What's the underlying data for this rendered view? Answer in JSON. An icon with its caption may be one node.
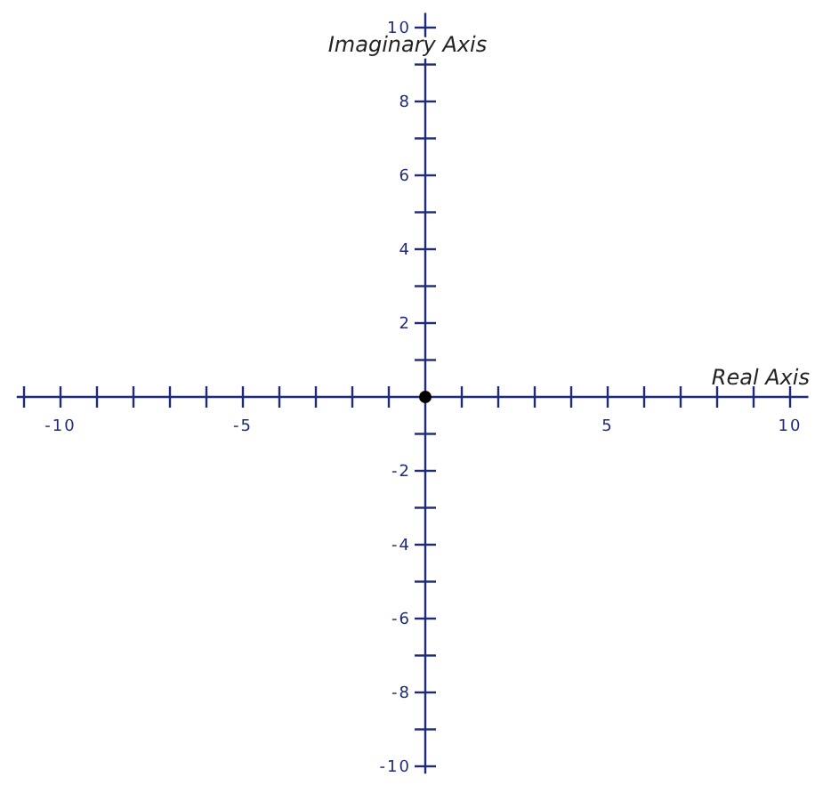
{
  "diagram": {
    "chart_data": {
      "type": "scatter",
      "xlabel": "Real Axis",
      "ylabel": "Imaginary Axis",
      "xlim": [
        -11.2,
        10.5
      ],
      "ylim": [
        -10.2,
        10.4
      ],
      "xticks": [
        -10,
        -5,
        5,
        10
      ],
      "yticks": [
        -10,
        -8,
        -6,
        -4,
        -2,
        2,
        4,
        6,
        8,
        10
      ],
      "x": [
        0
      ],
      "series": [
        {
          "color": "#000000",
          "values": [
            0
          ]
        }
      ]
    }
  }
}
